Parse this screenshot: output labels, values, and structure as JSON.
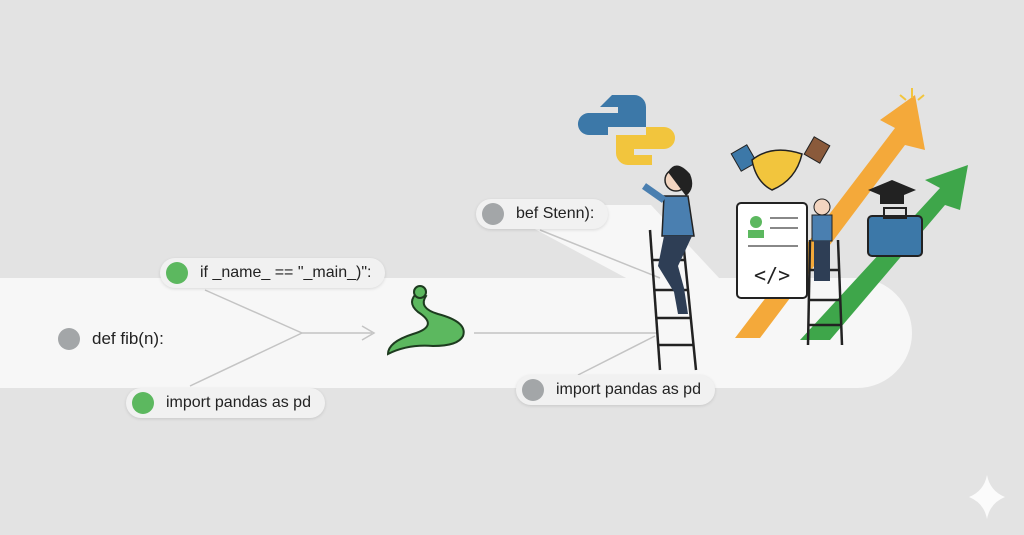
{
  "labels": {
    "if_main": "if _name_ == \"_main_)\":",
    "def_fib": "def fib(n):",
    "import_left": "import pandas as pd",
    "bef_stenn": "bef Stenn):",
    "import_right": "import pandas as pd"
  },
  "colors": {
    "background": "#e3e3e3",
    "band": "#f7f7f7",
    "green_dot": "#5cb85f",
    "gray_dot": "#a3a6a8",
    "python_blue": "#3c78a8",
    "python_yellow": "#f2c53d",
    "arrow_orange": "#f4a93a",
    "arrow_green": "#3ea64a"
  }
}
